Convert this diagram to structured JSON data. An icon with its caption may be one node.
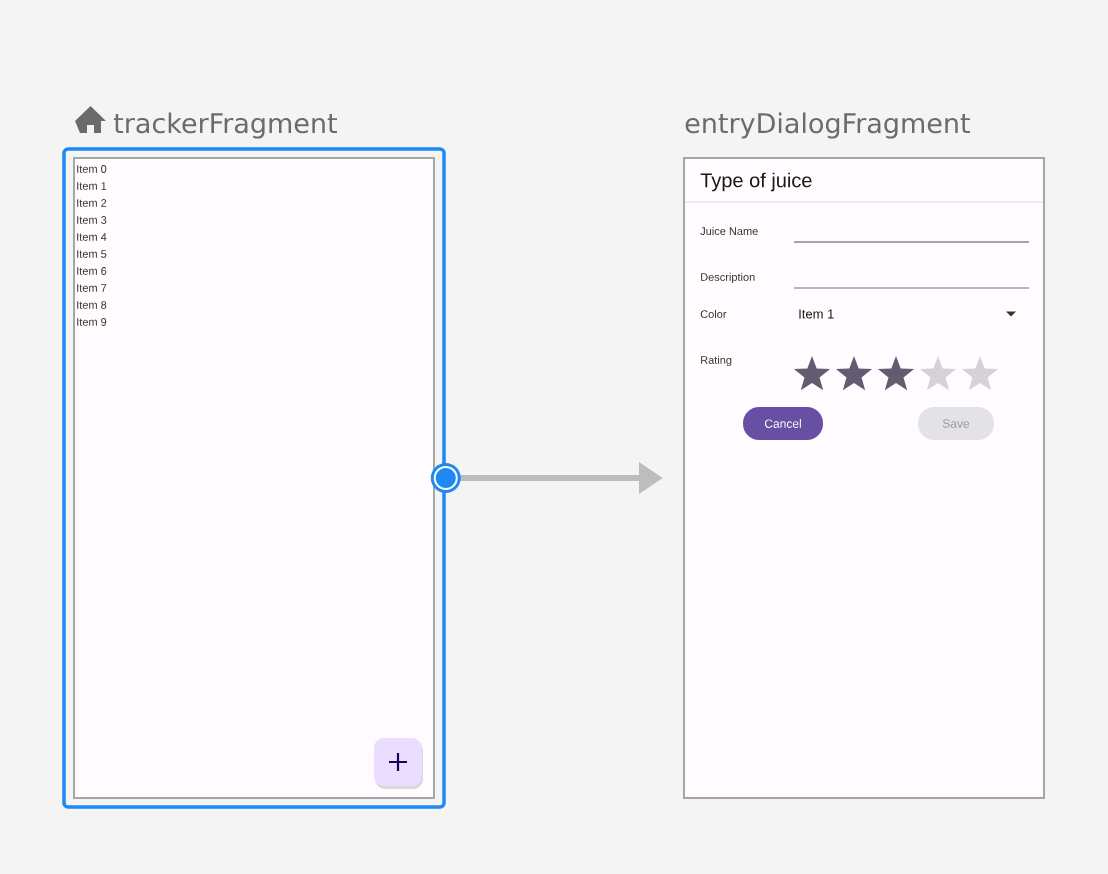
{
  "diagram": {
    "nodes": [
      {
        "text": [
          "trackerFragment"
        ]
      },
      {
        "text": [],
        "shape": "box",
        "in": 0
      },
      {
        "text": [
          "entryDialogFragment"
        ]
      },
      {
        "text": [
          "Cancel"
        ],
        "in": 2
      },
      {
        "text": [
          "Save"
        ],
        "in": 2
      }
    ],
    "edges": [
      {
        "from": 0,
        "to": 2,
        "arrow": "to"
      }
    ],
    "labels": [
      "Item 0",
      "Item 1",
      "Item 2",
      "Item 3",
      "Item 4",
      "Item 5",
      "Item 6",
      "Item 7",
      "Item 8",
      "Item 9",
      "Type of juice",
      "Juice Name",
      "Description",
      "Color",
      "Item 1",
      "Rating"
    ]
  }
}
